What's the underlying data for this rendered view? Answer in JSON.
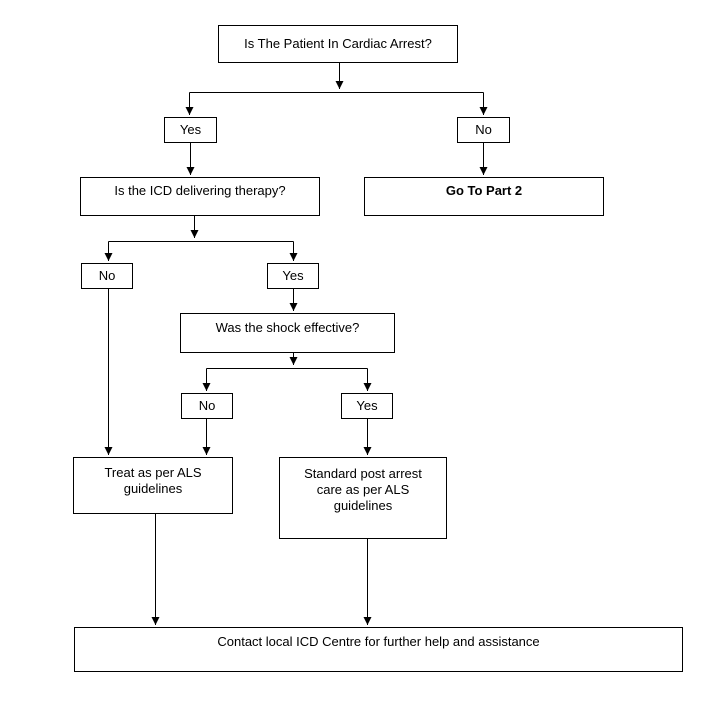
{
  "flowchart": {
    "nodes": {
      "q_cardiac_arrest": {
        "label": "Is The Patient In Cardiac Arrest?"
      },
      "yes_1": {
        "label": "Yes"
      },
      "no_1": {
        "label": "No"
      },
      "q_icd_therapy": {
        "label": "Is the ICD delivering therapy?"
      },
      "go_to_part_2": {
        "label": "Go To Part 2"
      },
      "no_2": {
        "label": "No"
      },
      "yes_2": {
        "label": "Yes"
      },
      "q_shock_effective": {
        "label": "Was the shock effective?"
      },
      "no_3": {
        "label": "No"
      },
      "yes_3": {
        "label": "Yes"
      },
      "treat_als": {
        "label": "Treat as per ALS guidelines"
      },
      "standard_care": {
        "label": "Standard post arrest care as per ALS guidelines"
      },
      "contact_centre": {
        "label": "Contact local ICD Centre for further help and assistance"
      }
    },
    "edges": [
      {
        "from": "q_cardiac_arrest",
        "to": "yes_1"
      },
      {
        "from": "q_cardiac_arrest",
        "to": "no_1"
      },
      {
        "from": "yes_1",
        "to": "q_icd_therapy"
      },
      {
        "from": "no_1",
        "to": "go_to_part_2"
      },
      {
        "from": "q_icd_therapy",
        "to": "no_2"
      },
      {
        "from": "q_icd_therapy",
        "to": "yes_2"
      },
      {
        "from": "yes_2",
        "to": "q_shock_effective"
      },
      {
        "from": "q_shock_effective",
        "to": "no_3"
      },
      {
        "from": "q_shock_effective",
        "to": "yes_3"
      },
      {
        "from": "no_2",
        "to": "treat_als"
      },
      {
        "from": "no_3",
        "to": "treat_als"
      },
      {
        "from": "yes_3",
        "to": "standard_care"
      },
      {
        "from": "treat_als",
        "to": "contact_centre"
      },
      {
        "from": "standard_care",
        "to": "contact_centre"
      }
    ],
    "colors": {
      "background": "#ffffff",
      "box_fill": "#ffffff",
      "box_border": "#000000",
      "line": "#000000",
      "text": "#000000"
    }
  }
}
